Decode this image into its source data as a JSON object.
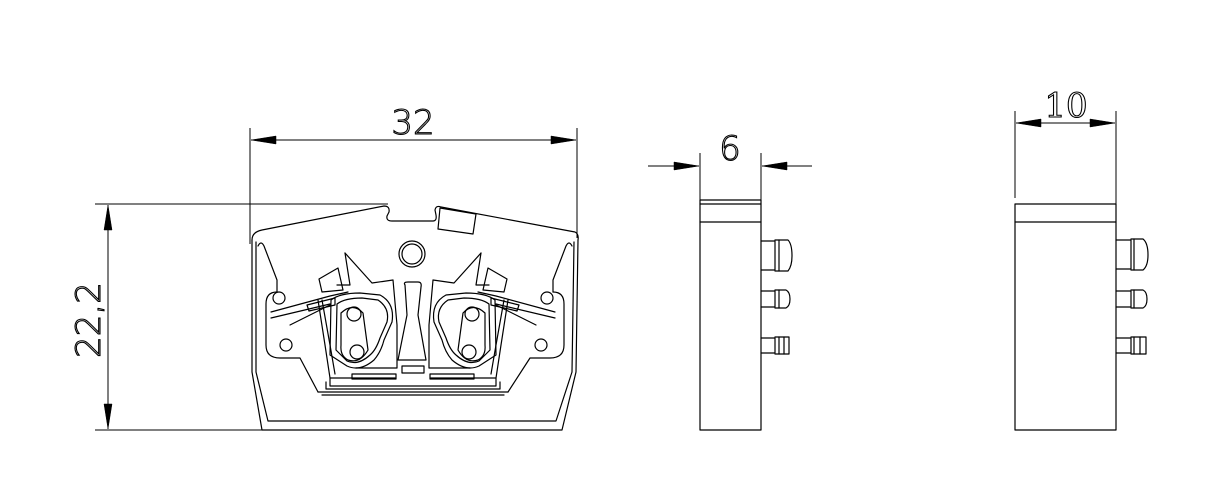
{
  "drawing": {
    "type": "technical-drawing",
    "views": {
      "front": {
        "label": "front-view",
        "dimensions": {
          "width": "32",
          "height": "22,2"
        }
      },
      "side_left": {
        "label": "side-view-narrow",
        "dimensions": {
          "width": "6"
        }
      },
      "side_right": {
        "label": "side-view-wide",
        "dimensions": {
          "width": "10"
        }
      }
    },
    "colors": {
      "line": "#000000",
      "background": "#ffffff"
    }
  }
}
